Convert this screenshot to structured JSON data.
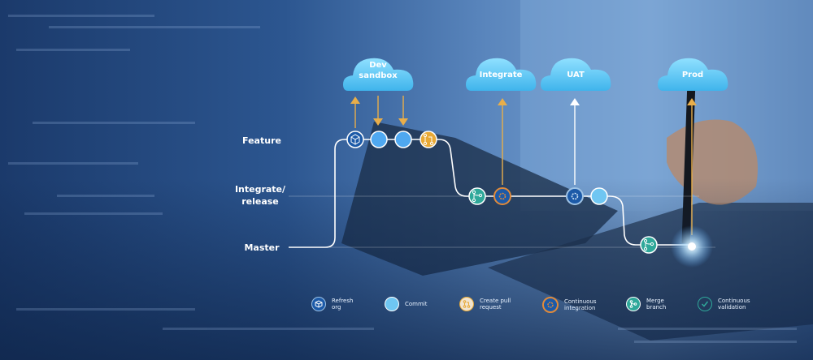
{
  "lanes": {
    "feature": "Feature",
    "integrate_line1": "Integrate/",
    "integrate_line2": "release",
    "master": "Master"
  },
  "clouds": {
    "dev_line1": "Dev",
    "dev_line2": "sandbox",
    "integrate": "Integrate",
    "uat": "UAT",
    "prod": "Prod"
  },
  "legend": {
    "refresh_line1": "Refresh",
    "refresh_line2": "org",
    "commit": "Commit",
    "pull_line1": "Create pull",
    "pull_line2": "request",
    "ci_line1": "Continuous",
    "ci_line2": "integration",
    "merge_line1": "Merge",
    "merge_line2": "branch",
    "validation_line1": "Continuous",
    "validation_line2": "validation"
  },
  "colors": {
    "cloud": "#6fd0f5",
    "commit": "#4fa8f0",
    "refresh": "#1c5aa8",
    "pull_request": "#e8a936",
    "merge": "#2fa89a",
    "continuous_integration": "#e08a3a",
    "arrow": "#e8ae4a",
    "line": "#ffffff"
  },
  "icons": {
    "refresh": "cube-refresh-icon",
    "commit": "commit-circle-icon",
    "pull_request": "pull-request-icon",
    "continuous_integration": "gear-refresh-icon",
    "merge": "merge-branch-icon",
    "validation": "check-circle-icon"
  }
}
